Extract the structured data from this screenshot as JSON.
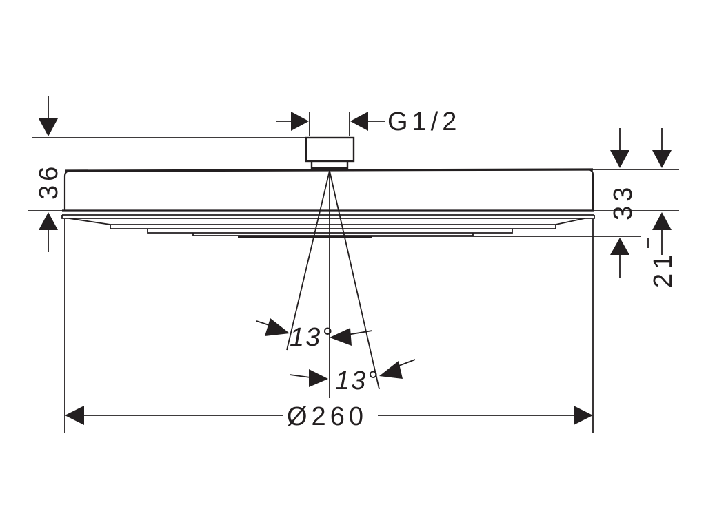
{
  "drawing": {
    "dimensions": {
      "thread": "G1/2",
      "height_total": "36",
      "height_body": "33",
      "height_face": "21",
      "angle_outer": "13°",
      "angle_inner": "13°",
      "diameter": "Ø260"
    }
  }
}
